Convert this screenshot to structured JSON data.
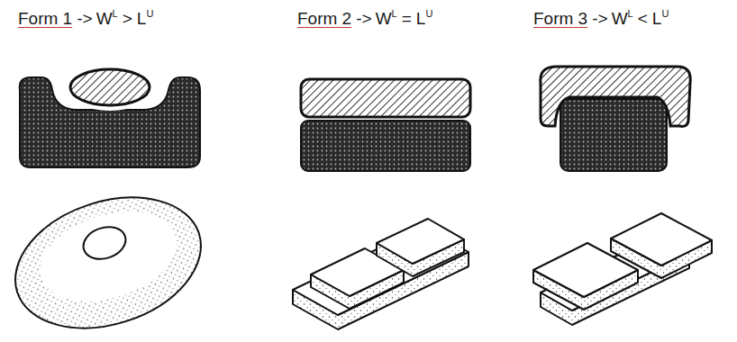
{
  "diagram": {
    "labels": [
      "Form 1",
      "->",
      "W",
      "L",
      ">",
      "L",
      "U",
      "Form 2",
      "->",
      "W",
      "L",
      "=",
      "L",
      "U",
      "Form 3",
      "->",
      "W",
      "L",
      "<",
      "L",
      "U"
    ]
  }
}
